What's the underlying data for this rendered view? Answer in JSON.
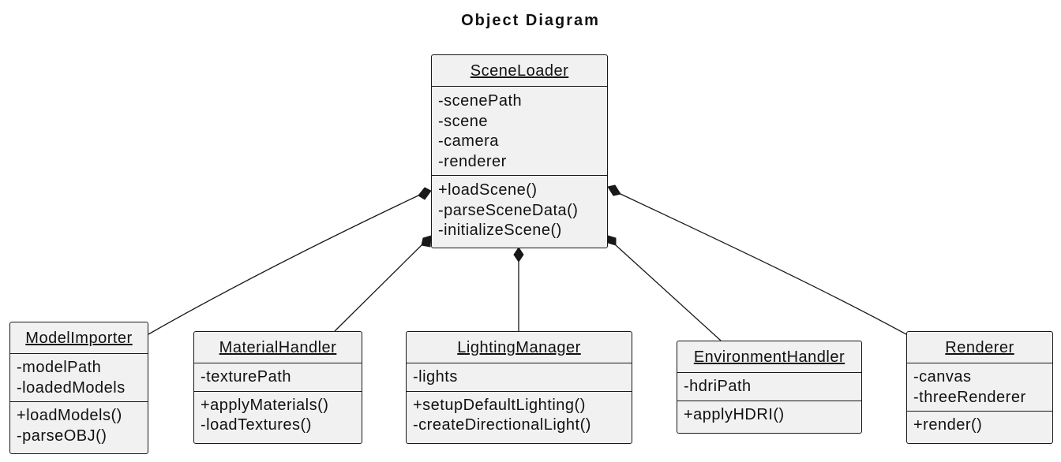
{
  "diagram": {
    "title": "Object Diagram",
    "objects": {
      "scene_loader": {
        "name": "SceneLoader",
        "attributes": [
          "-scenePath",
          "-scene",
          "-camera",
          "-renderer"
        ],
        "methods": [
          "+loadScene()",
          "-parseSceneData()",
          "-initializeScene()"
        ]
      },
      "model_importer": {
        "name": "ModelImporter",
        "attributes": [
          "-modelPath",
          "-loadedModels"
        ],
        "methods": [
          "+loadModels()",
          "-parseOBJ()"
        ]
      },
      "material_handler": {
        "name": "MaterialHandler",
        "attributes": [
          "-texturePath"
        ],
        "methods": [
          "+applyMaterials()",
          "-loadTextures()"
        ]
      },
      "lighting_manager": {
        "name": "LightingManager",
        "attributes": [
          "-lights"
        ],
        "methods": [
          "+setupDefaultLighting()",
          "-createDirectionalLight()"
        ]
      },
      "environment_handler": {
        "name": "EnvironmentHandler",
        "attributes": [
          "-hdriPath"
        ],
        "methods": [
          "+applyHDRI()"
        ]
      },
      "renderer": {
        "name": "Renderer",
        "attributes": [
          "-canvas",
          "-threeRenderer"
        ],
        "methods": [
          "+render()"
        ]
      }
    },
    "links": [
      {
        "from": "scene_loader",
        "to": "model_importer",
        "type": "composition"
      },
      {
        "from": "scene_loader",
        "to": "material_handler",
        "type": "composition"
      },
      {
        "from": "scene_loader",
        "to": "lighting_manager",
        "type": "composition"
      },
      {
        "from": "scene_loader",
        "to": "environment_handler",
        "type": "composition"
      },
      {
        "from": "scene_loader",
        "to": "renderer",
        "type": "composition"
      }
    ]
  }
}
